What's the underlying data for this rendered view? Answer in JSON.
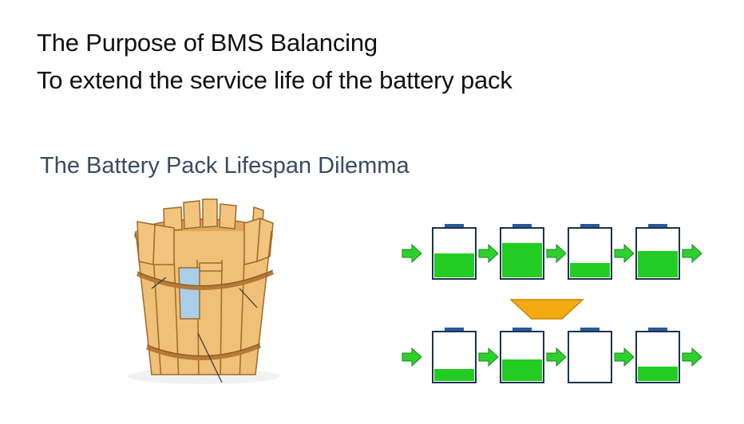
{
  "heading": {
    "line1": "The Purpose of BMS Balancing",
    "line2": "To extend the service life of the battery pack"
  },
  "subheading": "The Battery Pack Lifespan Dilemma",
  "colors": {
    "text": "#111111",
    "subheading": "#3a4a62",
    "cell_fill": "#22cc22",
    "cell_outline": "#1a3350",
    "cell_terminal": "#2a5a9a",
    "arrow_green": "#2ed02e",
    "arrow_orange": "#f2ab10",
    "wood": "#f0c078",
    "water": "#a9cfe8"
  },
  "icons": {
    "barrel": "wooden-bucket-icon",
    "arrow_right": "green-right-arrow-icon",
    "arrow_down": "orange-down-arrow-icon"
  },
  "battery_rows": {
    "before": [
      0.5,
      0.72,
      0.3,
      0.55
    ],
    "after": [
      0.25,
      0.45,
      0.0,
      0.3
    ]
  }
}
